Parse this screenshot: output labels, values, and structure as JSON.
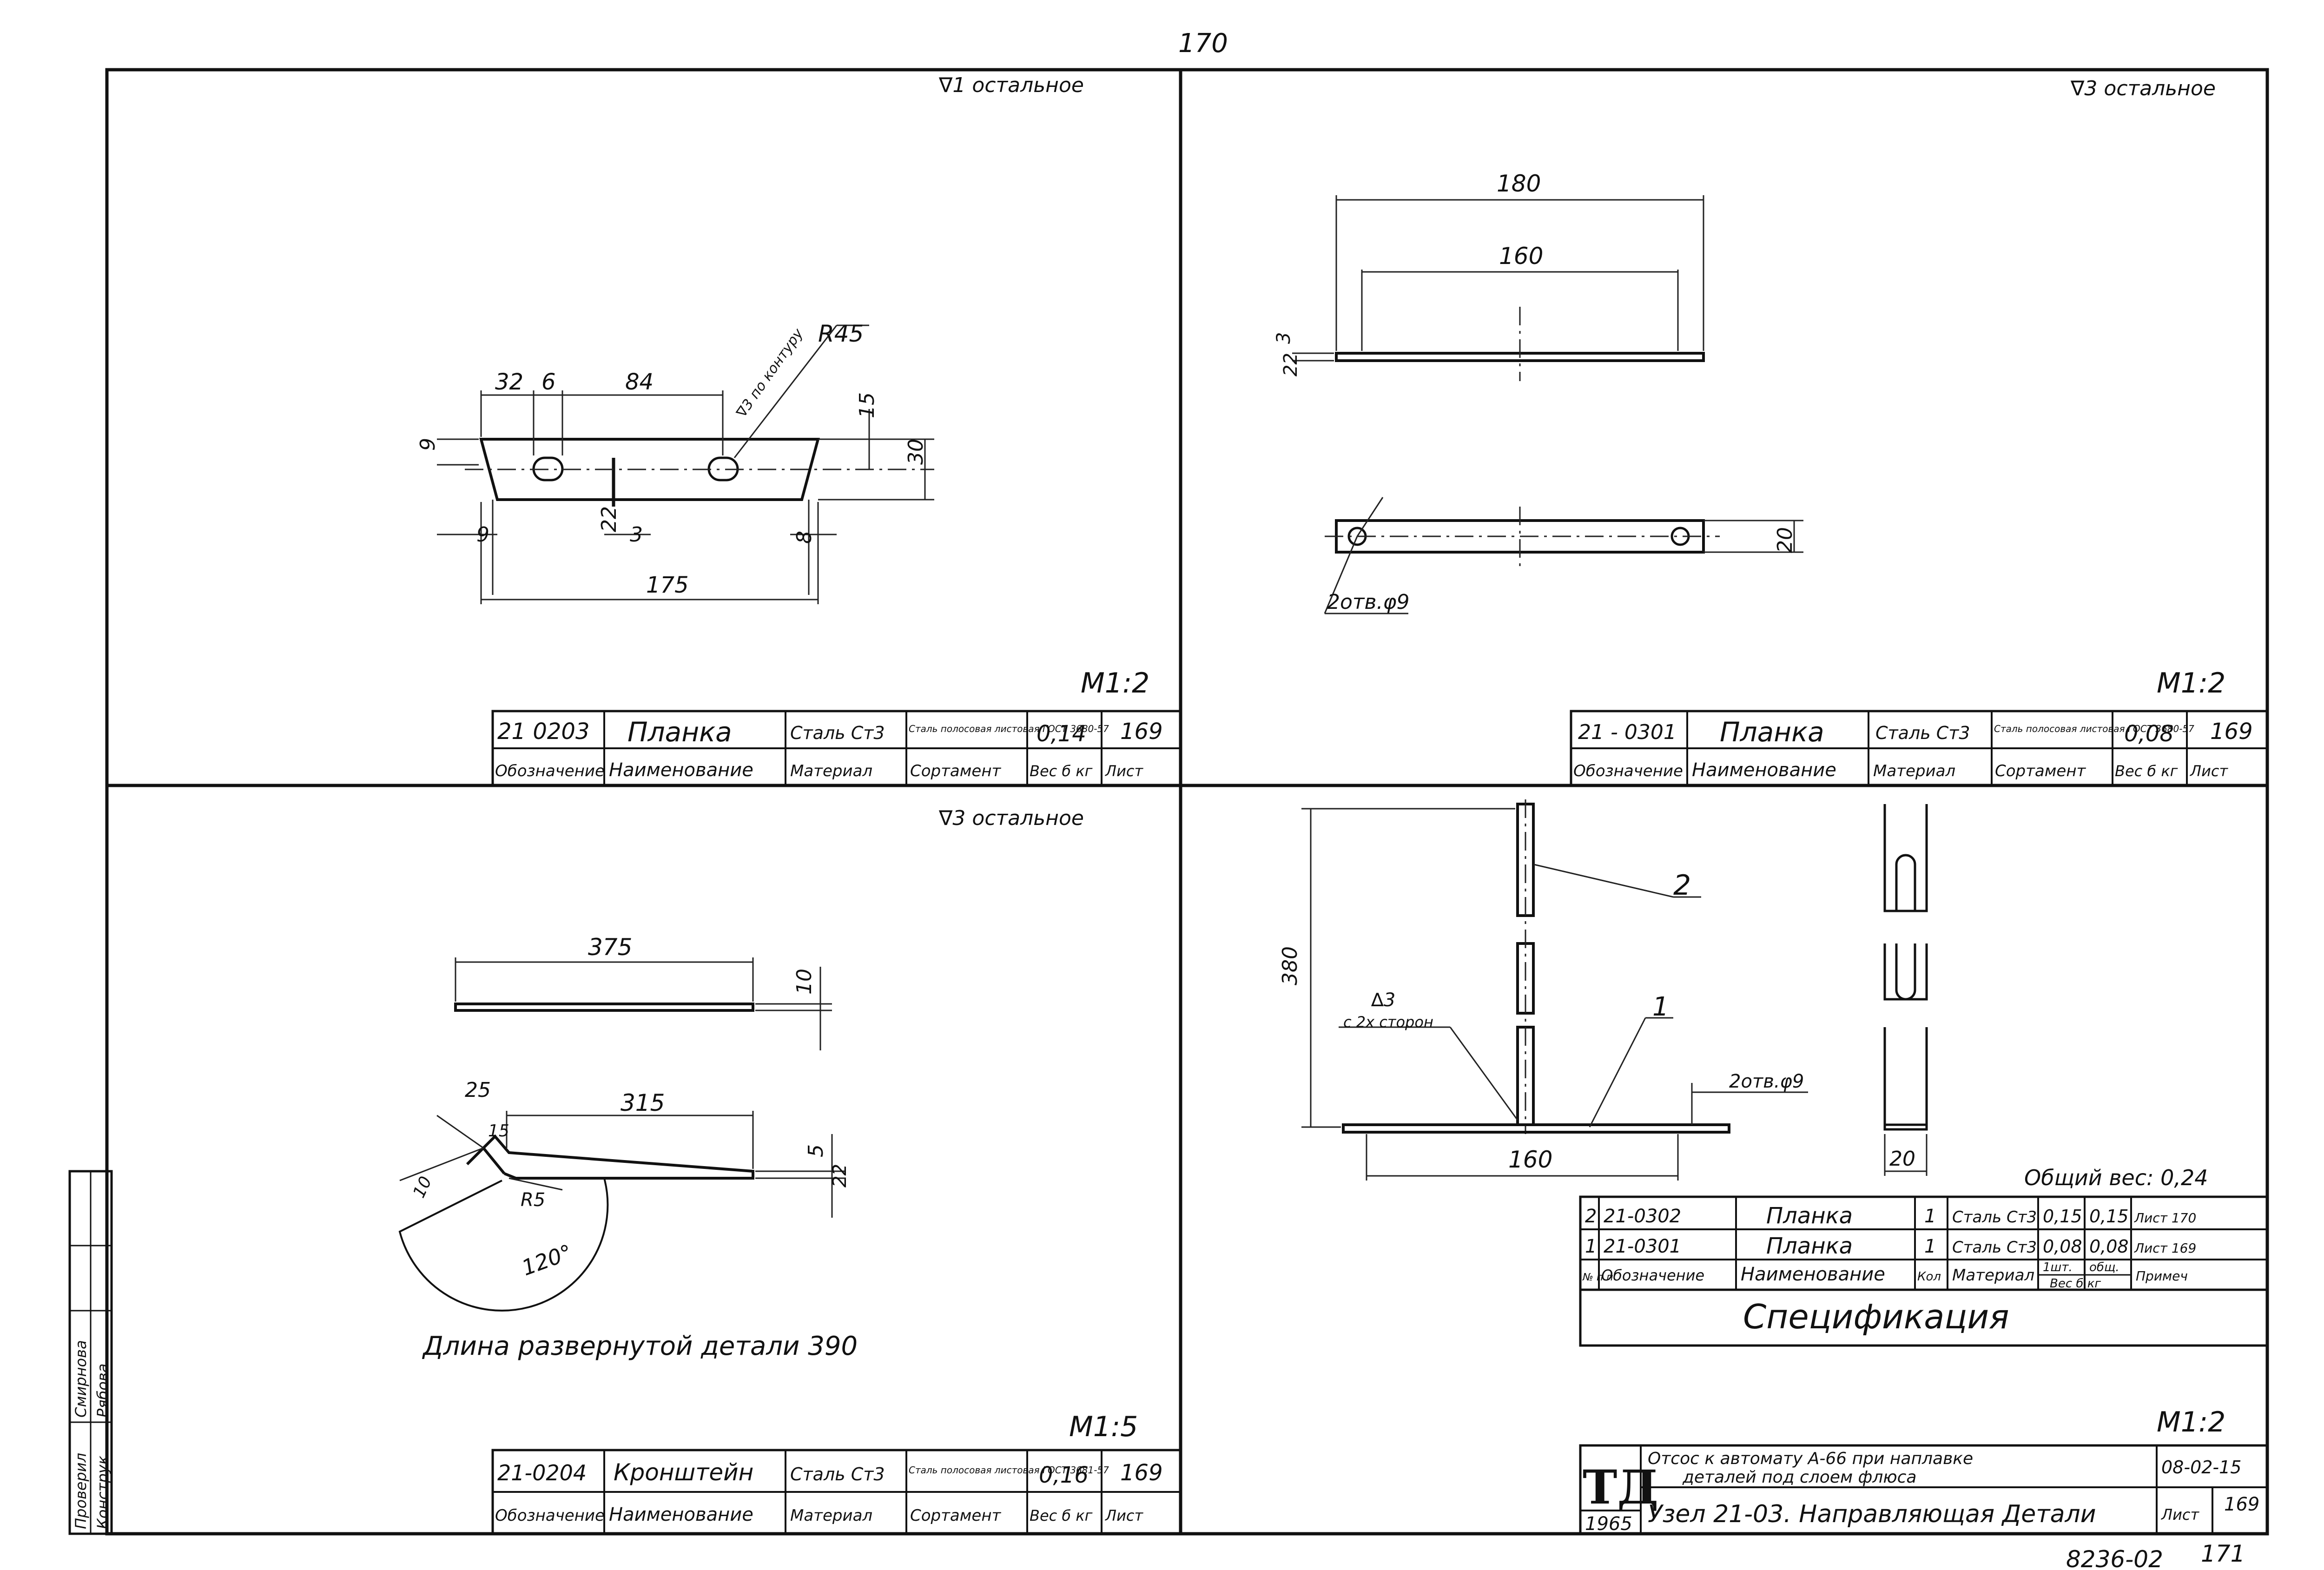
{
  "sheet": {
    "page_top": "170",
    "page_bottom": "171",
    "doc_code": "8236-02"
  },
  "q1": {
    "roughness": "∇1 остальное",
    "scale": "М1:2",
    "dims": {
      "d32": "32",
      "d6": "6",
      "d84": "84",
      "r45": "R45",
      "note": "∇3 по контуру",
      "d15": "15",
      "d9l": "9",
      "d30": "30",
      "d9b": "9",
      "d22": "22",
      "d3": "3",
      "d8": "8",
      "d175": "175"
    },
    "stamp": {
      "code": "21 0203",
      "name": "Планка",
      "material": "Сталь Ст3",
      "assortment": "Сталь полосовая листовая ГОСТ 3680-57",
      "weight": "0,14",
      "sheet": "169"
    },
    "headers": {
      "code": "Обозначение",
      "name": "Наименование",
      "material": "Материал",
      "assortment": "Сортамент",
      "weight": "Вес б кг",
      "sheet": "Лист"
    }
  },
  "q2": {
    "roughness": "∇3 остальное",
    "scale": "М1:2",
    "dims": {
      "d180": "180",
      "d160": "160",
      "d3": "3",
      "d22": "22",
      "d20": "20",
      "holes": "2отв.φ9"
    },
    "stamp": {
      "code": "21 - 0301",
      "name": "Планка",
      "material": "Сталь Ст3",
      "assortment": "Сталь полосовая листовая ГОСТ 3680-57",
      "weight": "0,08",
      "sheet": "169"
    },
    "headers": {
      "code": "Обозначение",
      "name": "Наименование",
      "material": "Материал",
      "assortment": "Сортамент",
      "weight": "Вес б кг",
      "sheet": "Лист"
    }
  },
  "q3": {
    "roughness": "∇3 остальное",
    "scale": "М1:5",
    "dims": {
      "d375": "375",
      "d10": "10",
      "d25": "25",
      "d315": "315",
      "d5": "5",
      "d22": "22",
      "d15": "15",
      "d10b": "10",
      "r5": "R5",
      "a120": "120°"
    },
    "unfolded": "Длина развернутой детали 390",
    "stamp": {
      "code": "21-0204",
      "name": "Кронштейн",
      "material": "Сталь Ст3",
      "assortment": "Сталь полосовая листовая ГОСТ 3681-57",
      "weight": "0,16",
      "sheet": "169"
    },
    "headers": {
      "code": "Обозначение",
      "name": "Наименование",
      "material": "Материал",
      "assortment": "Сортамент",
      "weight": "Вес б кг",
      "sheet": "Лист"
    }
  },
  "q4": {
    "dims": {
      "d380": "380",
      "d160": "160",
      "d20": "20",
      "holes": "2отв.φ9",
      "weld": "∆3",
      "weld2": "с 2х сторон",
      "l1": "1",
      "l2": "2"
    },
    "total_weight": "Общий вес: 0,24",
    "spec_rows": [
      {
        "n": "2",
        "code": "21-0302",
        "name": "Планка",
        "qty": "1",
        "material": "Сталь Ст3",
        "w1": "0,15",
        "w2": "0,15",
        "note": "Лист 170"
      },
      {
        "n": "1",
        "code": "21-0301",
        "name": "Планка",
        "qty": "1",
        "material": "Сталь Ст3",
        "w1": "0,08",
        "w2": "0,08",
        "note": "Лист 169"
      }
    ],
    "spec_headers": {
      "n": "№ п.п",
      "code": "Обозначение",
      "name": "Наименование",
      "qty": "Кол",
      "material": "Материал",
      "w1": "1шт.",
      "w2": "общ.",
      "wt": "Вес б кг",
      "note": "Примеч"
    },
    "spec_title": "Спецификация",
    "scale": "М1:2",
    "title": {
      "logo": "ТД",
      "year": "1965",
      "line1": "Отсос к автомату А-66 при наплавке",
      "line2": "деталей под слоем флюса",
      "line3": "Узел 21-03. Направляющая Детали",
      "code": "08-02-15",
      "sheet_label": "Лист",
      "sheet": "169"
    }
  },
  "side_stamp": {
    "r1": "Проверил",
    "r2": "Конструк.",
    "r3": "Смирнова",
    "r4": "Рябова"
  }
}
